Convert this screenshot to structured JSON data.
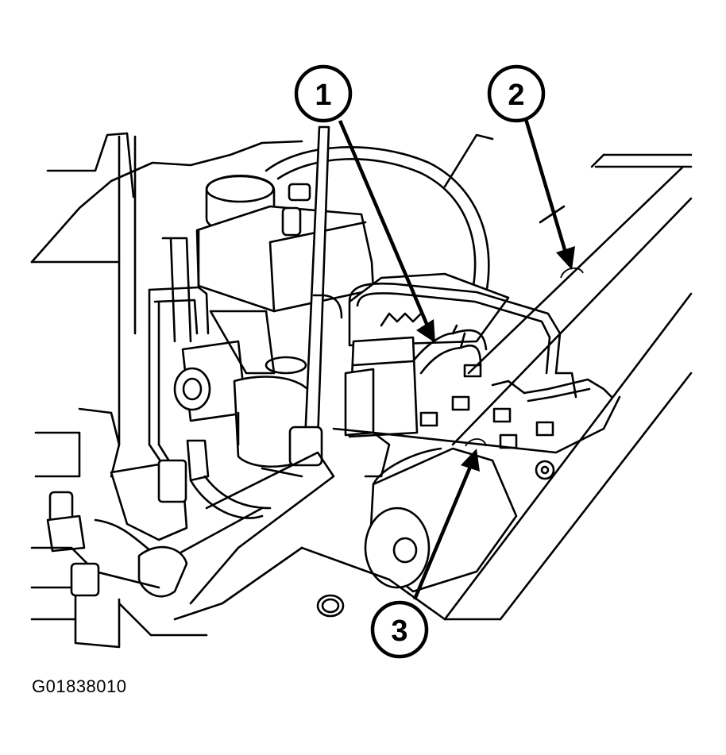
{
  "figure": {
    "callouts": [
      {
        "id": "1",
        "label": "1"
      },
      {
        "id": "2",
        "label": "2"
      },
      {
        "id": "3",
        "label": "3"
      }
    ],
    "figure_id": "G01838010"
  },
  "colors": {
    "ink": "#000000",
    "paper": "#ffffff"
  }
}
